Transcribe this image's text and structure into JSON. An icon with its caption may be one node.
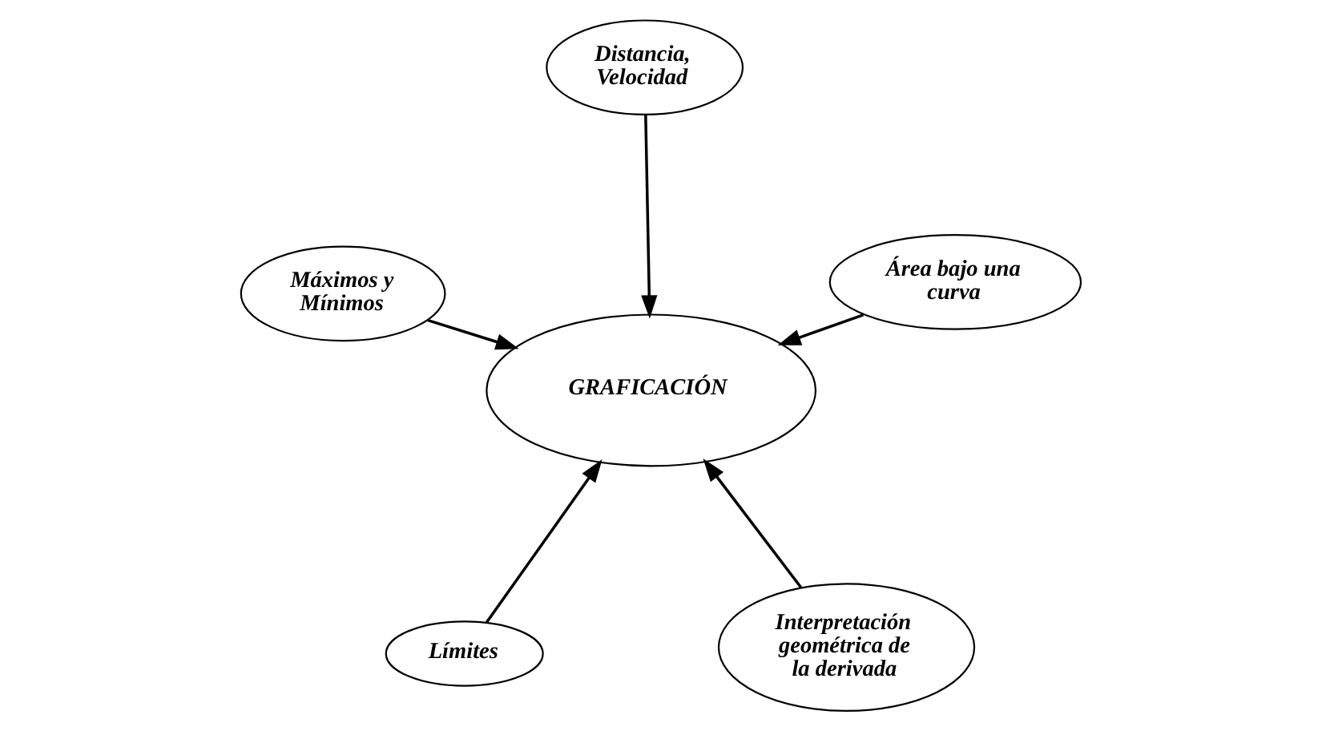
{
  "diagram": {
    "nodes": [
      {
        "text": [
          "Límites"
        ]
      },
      {
        "text": [
          "Interpretación geométrica de la derivada"
        ]
      },
      {
        "text": [
          "GRAFICACIÓN"
        ]
      },
      {
        "text": [
          "Distancia, Velocidad"
        ]
      },
      {
        "text": [
          "Área bajo una curva"
        ]
      },
      {
        "text": [
          "Máximos y Mínimos"
        ]
      }
    ],
    "edges": [
      {
        "from": 0,
        "to": 2,
        "arrow": "to"
      },
      {
        "from": 1,
        "to": 2,
        "arrow": "to"
      },
      {
        "from": 3,
        "to": 2,
        "arrow": "to"
      },
      {
        "from": 4,
        "to": 2,
        "arrow": "to"
      },
      {
        "from": 5,
        "to": 2,
        "arrow": "to"
      }
    ]
  }
}
